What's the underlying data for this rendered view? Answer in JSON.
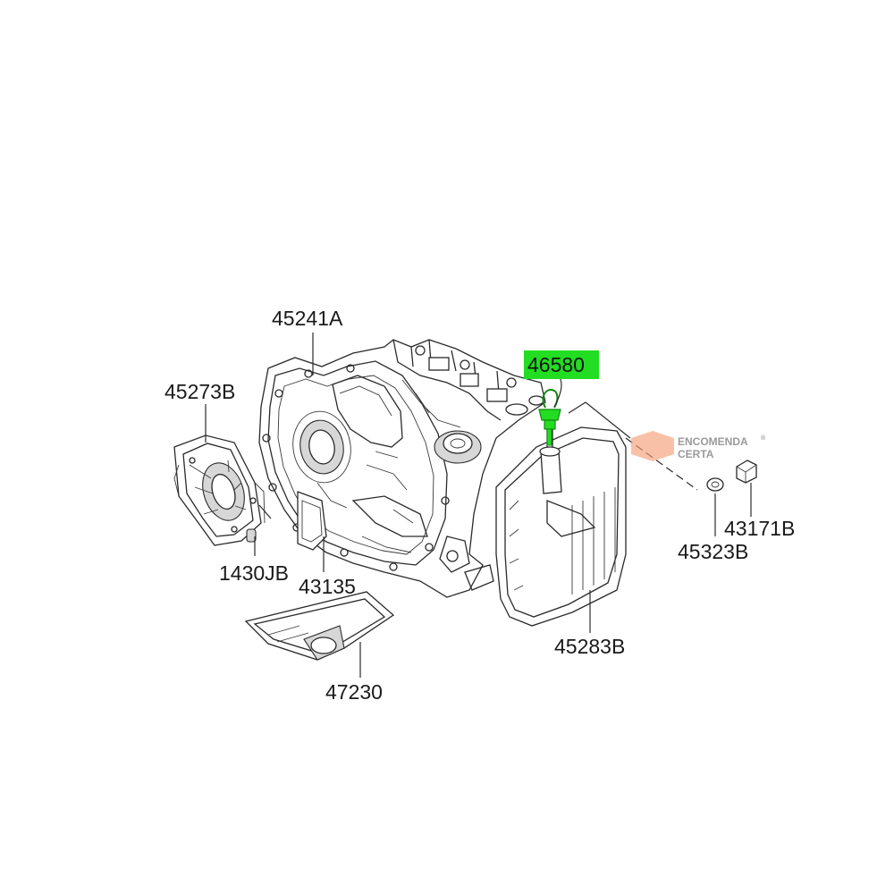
{
  "parts": [
    {
      "id": "p-45241A",
      "number": "45241A",
      "highlighted": false
    },
    {
      "id": "p-45273B",
      "number": "45273B",
      "highlighted": false
    },
    {
      "id": "p-46580",
      "number": "46580",
      "highlighted": true
    },
    {
      "id": "p-43171B",
      "number": "43171B",
      "highlighted": false
    },
    {
      "id": "p-45323B",
      "number": "45323B",
      "highlighted": false
    },
    {
      "id": "p-1430JB",
      "number": "1430JB",
      "highlighted": false
    },
    {
      "id": "p-43135",
      "number": "43135",
      "highlighted": false
    },
    {
      "id": "p-45283B",
      "number": "45283B",
      "highlighted": false
    },
    {
      "id": "p-47230",
      "number": "47230",
      "highlighted": false
    }
  ],
  "highlight_color": "#22dd22",
  "watermark": {
    "line1": "ENCOMENDA",
    "line2": "CERTA",
    "mark": "®",
    "color": "#f4a078"
  }
}
